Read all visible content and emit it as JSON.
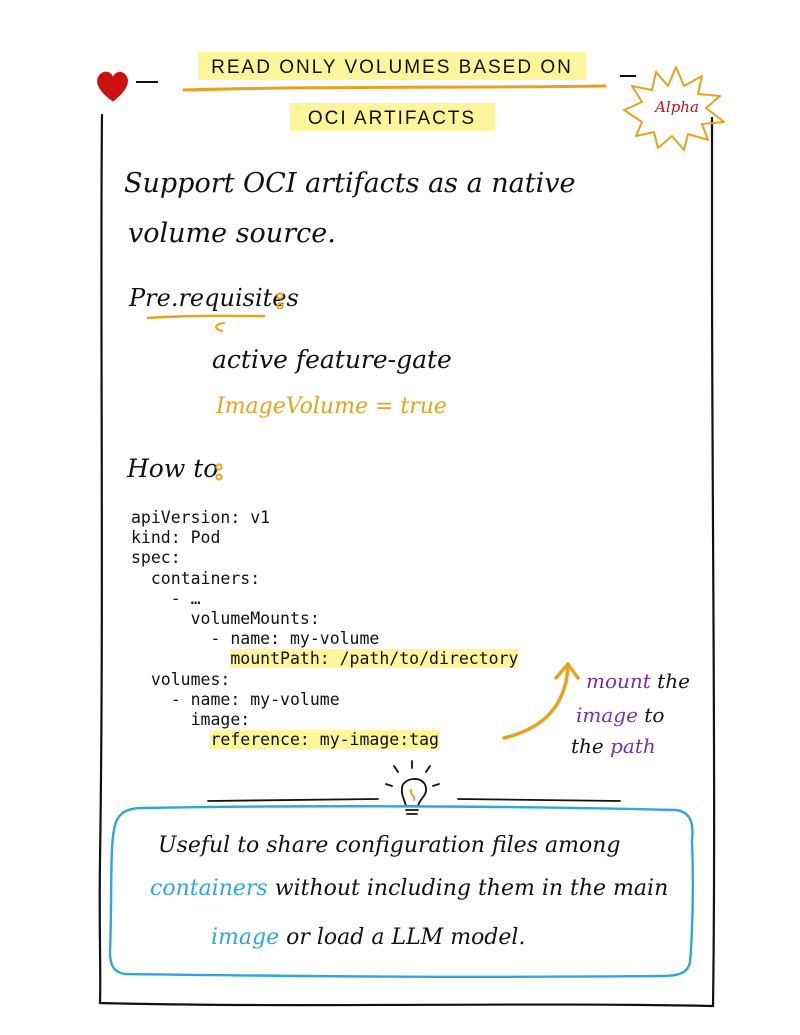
{
  "title": {
    "line1": "READ ONLY VOLUMES BASED ON",
    "line2": "OCI ARTIFACTS"
  },
  "badge": "Alpha",
  "intro": {
    "line1": "Support OCI artifacts as a native",
    "line2": "volume source."
  },
  "prerequisites": {
    "heading": "Pre.requisites",
    "item": "active feature-gate",
    "value": "ImageVolume = true"
  },
  "howto": {
    "heading": "How to",
    "code": [
      {
        "indent": "",
        "text": "apiVersion: v1"
      },
      {
        "indent": "",
        "text": "kind: Pod"
      },
      {
        "indent": "",
        "text": "spec:"
      },
      {
        "indent": "  ",
        "text": "containers:"
      },
      {
        "indent": "    ",
        "text": "- …"
      },
      {
        "indent": "      ",
        "text": "volumeMounts:"
      },
      {
        "indent": "        ",
        "text": "- name: my-volume"
      },
      {
        "indent": "          ",
        "text": "mountPath: /path/to/directory",
        "highlight": true
      },
      {
        "indent": "  ",
        "text": "volumes:"
      },
      {
        "indent": "    ",
        "text": "- name: my-volume"
      },
      {
        "indent": "      ",
        "text": "image:"
      },
      {
        "indent": "        ",
        "text": "reference: my-image:tag",
        "highlight": true
      }
    ]
  },
  "annotation": {
    "w1": "mount",
    "w2": "the",
    "w3": "image",
    "w4": "to",
    "w5": "the",
    "w6": "path"
  },
  "tip": {
    "line1": "Useful to share configuration files among",
    "line2_a": "containers",
    "line2_b": "without including them in the main",
    "line3_a": "image",
    "line3_b": "or load a LLM model."
  },
  "colors": {
    "ink": "#111111",
    "highlight": "#fff59a",
    "orange": "#e8a21c",
    "purple": "#7b2fa6",
    "blue": "#2ea8d8",
    "red": "#cc1111"
  },
  "icons": [
    "heart-icon",
    "lightbulb-icon",
    "curved-arrow-icon",
    "starburst-badge-icon"
  ]
}
